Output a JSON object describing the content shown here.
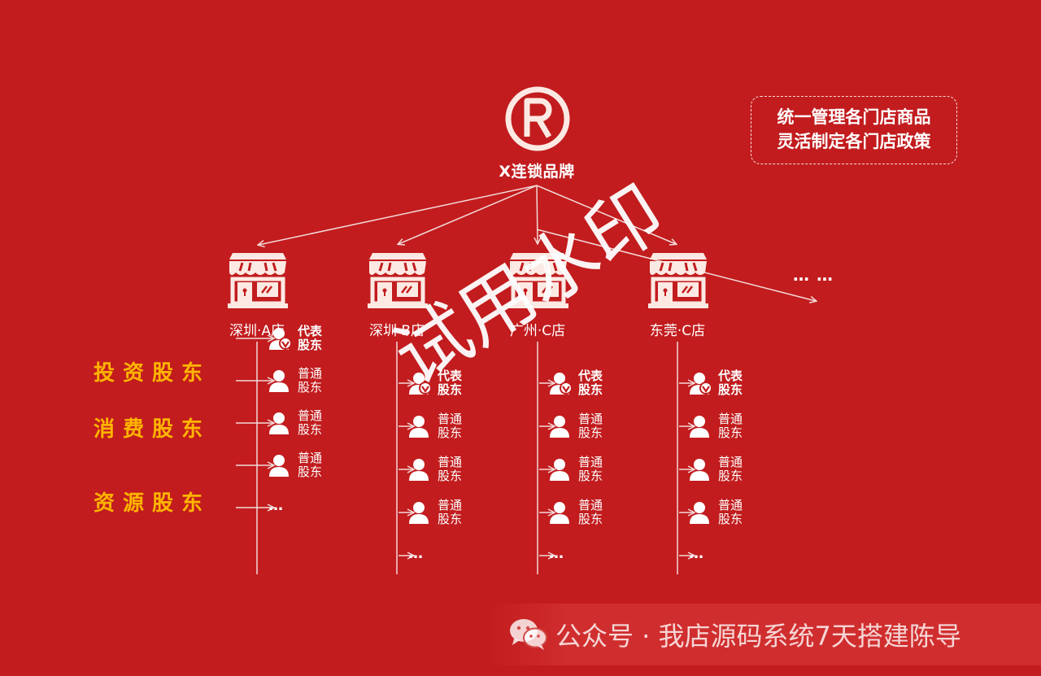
{
  "brand": {
    "name": "X连锁品牌",
    "logo_icon": "registered-trademark-icon"
  },
  "policy": {
    "line1": "统一管理各门店商品",
    "line2": "灵活制定各门店政策"
  },
  "more_stores": "… …",
  "categories": [
    "投资股东",
    "消费股东",
    "资源股东"
  ],
  "stores": [
    {
      "name": "深圳·A店",
      "icon": "storefront-icon",
      "shareholders": [
        {
          "type": "rep",
          "label": "代表股东"
        },
        {
          "type": "normal",
          "label": "普通股东"
        },
        {
          "type": "normal",
          "label": "普通股东"
        },
        {
          "type": "normal",
          "label": "普通股东"
        }
      ],
      "more": "…"
    },
    {
      "name": "深圳·B店",
      "icon": "storefront-icon",
      "shareholders": [
        {
          "type": "rep",
          "label": "代表股东"
        },
        {
          "type": "normal",
          "label": "普通股东"
        },
        {
          "type": "normal",
          "label": "普通股东"
        },
        {
          "type": "normal",
          "label": "普通股东"
        }
      ],
      "more": "…"
    },
    {
      "name": "广州·C店",
      "icon": "storefront-icon",
      "shareholders": [
        {
          "type": "rep",
          "label": "代表股东"
        },
        {
          "type": "normal",
          "label": "普通股东"
        },
        {
          "type": "normal",
          "label": "普通股东"
        },
        {
          "type": "normal",
          "label": "普通股东"
        }
      ],
      "more": "…"
    },
    {
      "name": "东莞·C店",
      "icon": "storefront-icon",
      "shareholders": [
        {
          "type": "rep",
          "label": "代表股东"
        },
        {
          "type": "normal",
          "label": "普通股东"
        },
        {
          "type": "normal",
          "label": "普通股东"
        },
        {
          "type": "normal",
          "label": "普通股东"
        }
      ],
      "more": "…"
    }
  ],
  "watermark": "试用水印",
  "footer": {
    "icon": "wechat-icon",
    "text": "公众号 · 我店源码系统7天搭建陈导"
  },
  "colors": {
    "background": "#c21c1e",
    "category": "#ffb400",
    "foreground": "#ffffff",
    "store_icon": "#fde9e3"
  }
}
